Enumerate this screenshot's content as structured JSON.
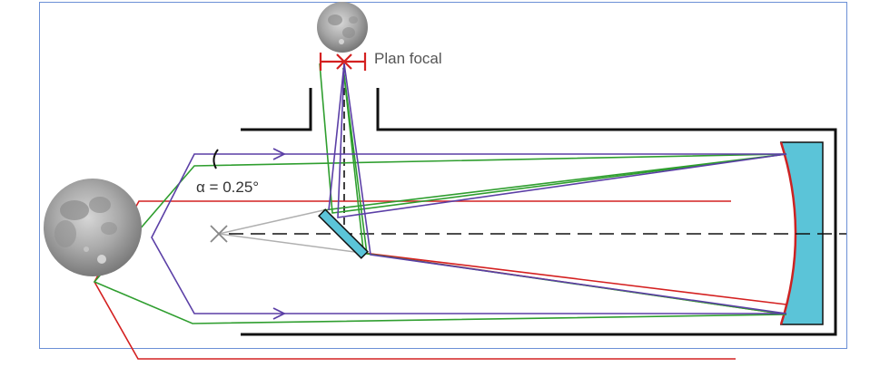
{
  "diagram": {
    "labels": {
      "focal_plane": "Plan focal",
      "angle": "α = 0.25°"
    },
    "colors": {
      "frame": "#6b8fd6",
      "tube": "#111111",
      "mirror_fill": "#5bc4d8",
      "mirror_edge": "#cc2222",
      "ray_red": "#d42020",
      "ray_green": "#2f9e2f",
      "ray_purple": "#5b3fa6",
      "ray_gray": "#b0b0b0",
      "axis": "#111111"
    },
    "icons": [
      "moon-image-large",
      "moon-image-small",
      "focal-point-cross-icon",
      "source-point-cross-icon"
    ]
  }
}
